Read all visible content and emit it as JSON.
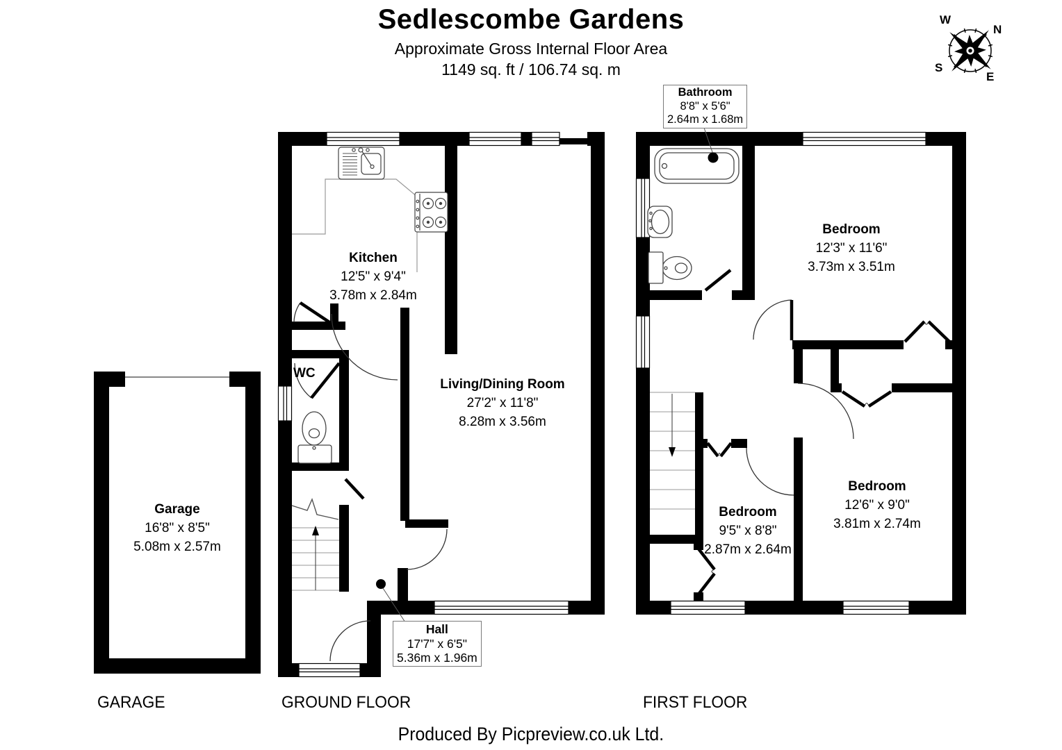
{
  "header": {
    "title": "Sedlescombe Gardens",
    "subtitle": "Approximate Gross Internal Floor Area",
    "area": "1149 sq. ft / 106.74 sq. m"
  },
  "compass": {
    "north": "N",
    "east": "E",
    "south": "S",
    "west": "W"
  },
  "rooms": {
    "bathroom": {
      "name": "Bathroom",
      "imperial": "8'8\" x 5'6\"",
      "metric": "2.64m x 1.68m"
    },
    "kitchen": {
      "name": "Kitchen",
      "imperial": "12'5\" x 9'4\"",
      "metric": "3.78m x 2.84m"
    },
    "living_dining": {
      "name": "Living/Dining Room",
      "imperial": "27'2\" x 11'8\"",
      "metric": "8.28m x 3.56m"
    },
    "wc": {
      "name": "WC"
    },
    "hall": {
      "name": "Hall",
      "imperial": "17'7\" x 6'5\"",
      "metric": "5.36m x 1.96m"
    },
    "garage": {
      "name": "Garage",
      "imperial": "16'8\" x 8'5\"",
      "metric": "5.08m x 2.57m"
    },
    "bedroom_1": {
      "name": "Bedroom",
      "imperial": "12'3\" x 11'6\"",
      "metric": "3.73m x 3.51m"
    },
    "bedroom_2": {
      "name": "Bedroom",
      "imperial": "9'5\" x 8'8\"",
      "metric": "2.87m x 2.64m"
    },
    "bedroom_3": {
      "name": "Bedroom",
      "imperial": "12'6\" x 9'0\"",
      "metric": "3.81m x 2.74m"
    }
  },
  "floor_labels": {
    "garage": "GARAGE",
    "ground": "GROUND FLOOR",
    "first": "FIRST FLOOR"
  },
  "footer": "Produced By Picpreview.co.uk Ltd.",
  "colors": {
    "wall": "#000000",
    "thin_line": "#808080",
    "background": "#ffffff"
  }
}
